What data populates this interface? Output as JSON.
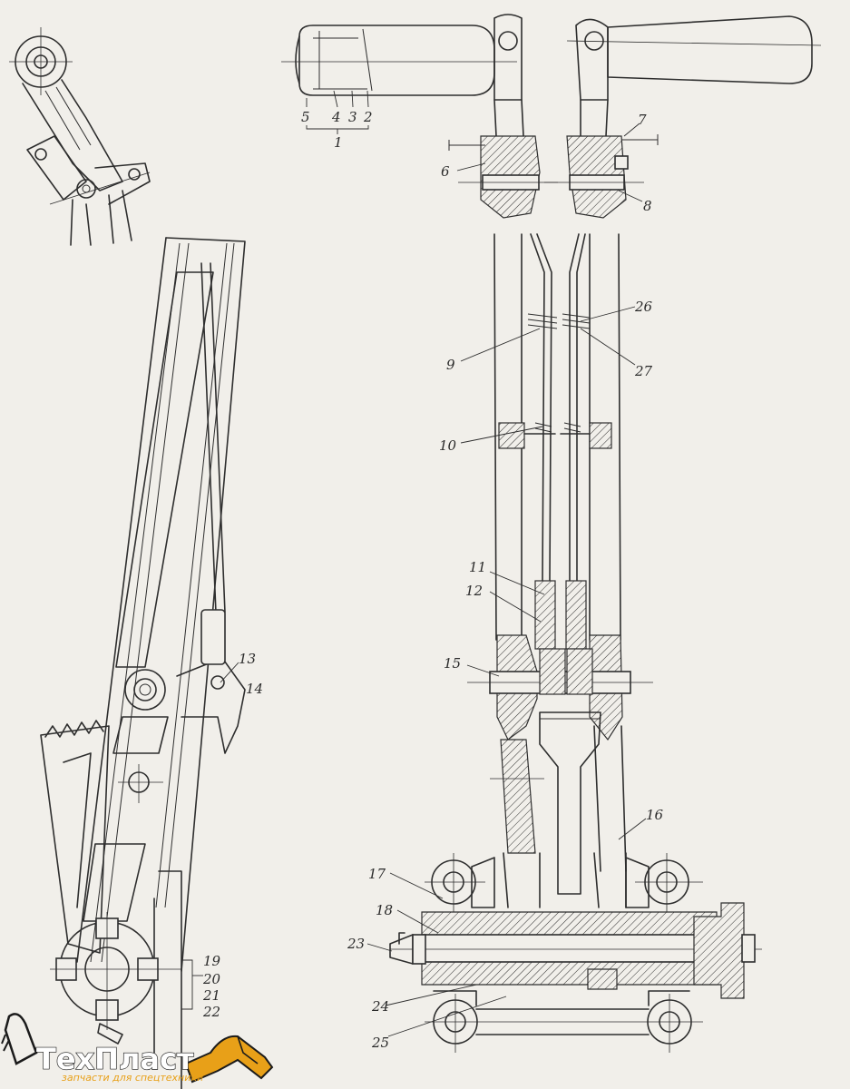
{
  "labels": {
    "l1": "1",
    "l2": "2",
    "l3": "3",
    "l4": "4",
    "l5": "5",
    "l6": "6",
    "l7": "7",
    "l8": "8",
    "l9": "9",
    "l10": "10",
    "l11": "11",
    "l12": "12",
    "l13": "13",
    "l14": "14",
    "l15": "15",
    "l16": "16",
    "l17": "17",
    "l18": "18",
    "l19": "19",
    "l20": "20",
    "l21": "21",
    "l22": "22",
    "l23": "23",
    "l24": "24",
    "l25": "25",
    "l26": "26",
    "l27": "27"
  },
  "logo": {
    "brand": "ТехПласт",
    "tagline": "запчасти для спецтехники",
    "color_gold": "#e8a018",
    "color_dark": "#1b1b1b"
  },
  "colors": {
    "paper": "#f1efea",
    "ink": "#2e2e2e"
  }
}
